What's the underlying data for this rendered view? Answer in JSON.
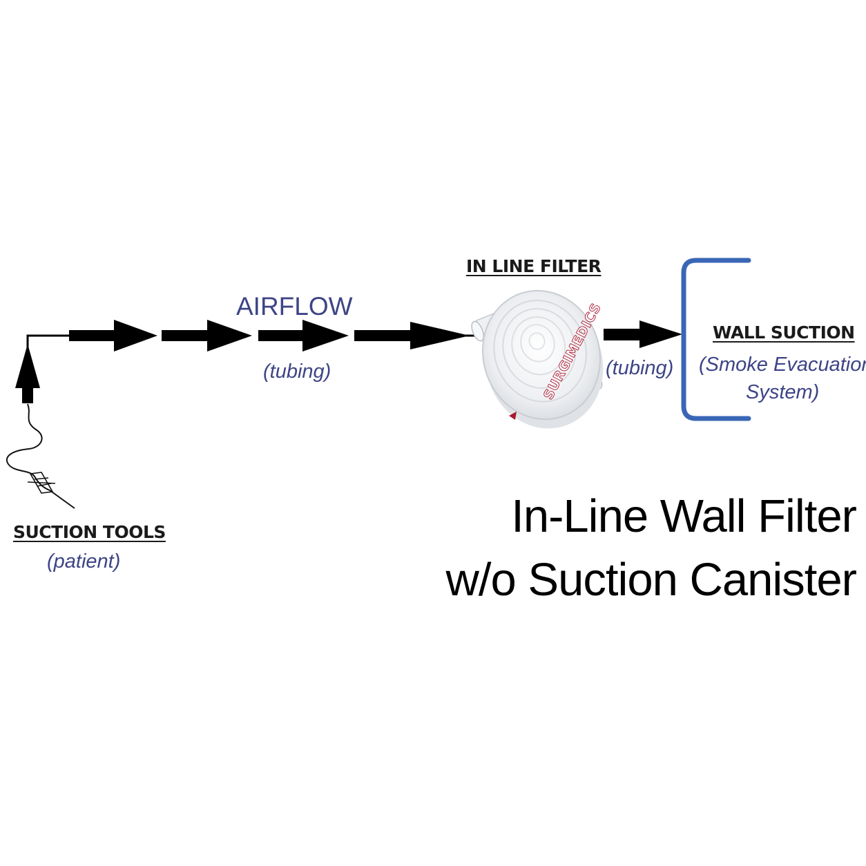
{
  "labels": {
    "airflow": "AIRFLOW",
    "tubing_1": "(tubing)",
    "tubing_2": "(tubing)",
    "in_line_filter": "IN LINE FILTER",
    "filter_brand": "SURGIMEDICS",
    "wall_suction": "WALL SUCTION",
    "wall_suction_sub_1": "(Smoke Evacuation",
    "wall_suction_sub_2": "System)",
    "suction_tools": "SUCTION TOOLS",
    "suction_tools_sub": "(patient)"
  },
  "title": {
    "line1": "In-Line Wall Filter",
    "line2": "w/o Suction Canister"
  },
  "colors": {
    "label_blue": "#3d4486",
    "bracket_blue": "#3a67b5",
    "arrow_black": "#000000",
    "filter_brand_red": "#a8182e"
  }
}
